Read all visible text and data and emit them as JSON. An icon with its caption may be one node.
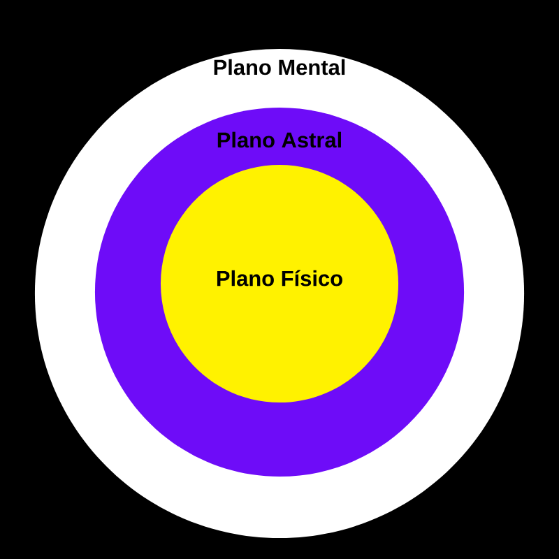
{
  "diagram": {
    "nodes": [
      {
        "text": [
          "Plano Mental"
        ]
      },
      {
        "text": [
          "Plano Astral"
        ],
        "in": 0
      },
      {
        "text": [
          "Plano Físico"
        ],
        "in": 1
      }
    ]
  }
}
